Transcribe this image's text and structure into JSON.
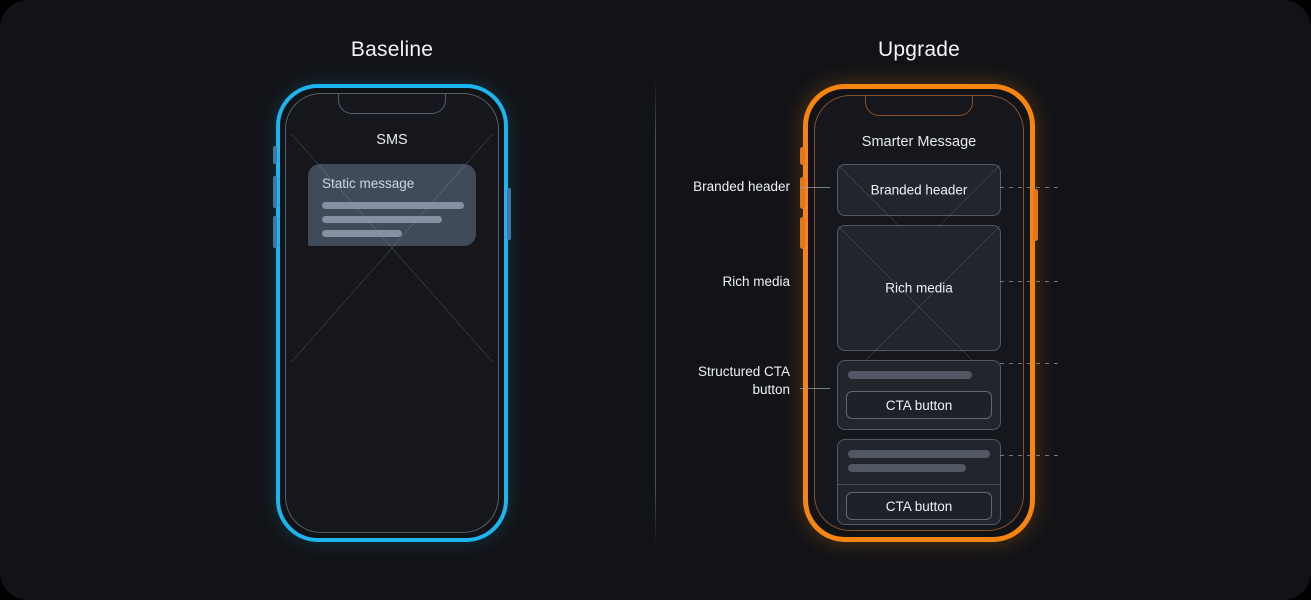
{
  "panels": {
    "baseline": {
      "title": "Baseline"
    },
    "upgrade": {
      "title": "Upgrade"
    }
  },
  "baseline_phone": {
    "frame_color": "#1eb4ef",
    "screen_title": "SMS",
    "bubble": {
      "label": "Static message",
      "lines": 3
    }
  },
  "upgrade_phone": {
    "frame_color": "#f58410",
    "screen_title": "Smarter Message",
    "cards": [
      {
        "label": "Branded header"
      },
      {
        "label": "Rich media"
      },
      {
        "cta_label": "CTA button"
      },
      {
        "cta_label": "CTA button"
      }
    ]
  },
  "callouts": [
    {
      "line1": "Branded header",
      "line2": ""
    },
    {
      "line1": "Rich media",
      "line2": ""
    },
    {
      "line1": "Structured CTA",
      "line2": "button"
    }
  ]
}
